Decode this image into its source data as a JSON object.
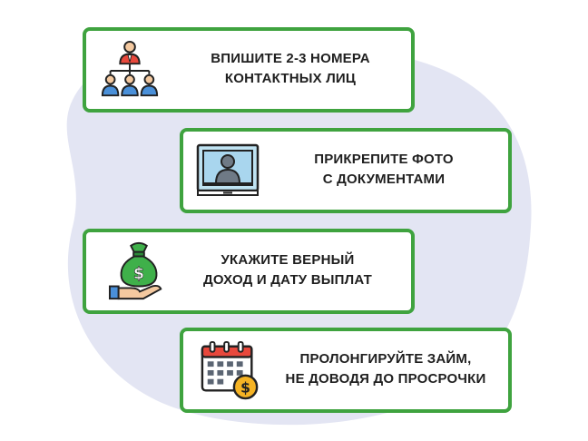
{
  "colors": {
    "card_border": "#3fa33f",
    "blob": "#e3e5f3",
    "text": "#1f1f1f"
  },
  "steps": [
    {
      "icon": "org-chart-icon",
      "lines": [
        "ВПИШИТЕ 2-3 НОМЕРА",
        "КОНТАКТНЫХ ЛИЦ"
      ]
    },
    {
      "icon": "photo-document-icon",
      "lines": [
        "ПРИКРЕПИТЕ ФОТО",
        "С ДОКУМЕНТАМИ"
      ]
    },
    {
      "icon": "money-bag-hand-icon",
      "lines": [
        "УКАЖИТЕ ВЕРНЫЙ",
        "ДОХОД И ДАТУ ВЫПЛАТ"
      ]
    },
    {
      "icon": "calendar-dollar-icon",
      "lines": [
        "ПРОЛОНГИРУЙТЕ ЗАЙМ,",
        "НЕ ДОВОДЯ ДО ПРОСРОЧКИ"
      ]
    }
  ]
}
